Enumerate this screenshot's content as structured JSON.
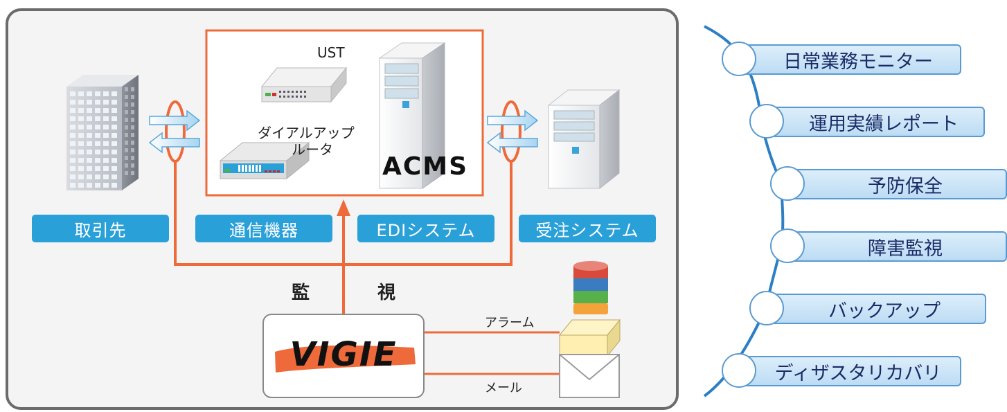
{
  "diagram": {
    "components": {
      "ust": "UST",
      "dialup_router_line1": "ダイアルアップ",
      "dialup_router_line2": "ルータ",
      "acms_logo": "ACMS",
      "vigie_logo": "VIGIE"
    },
    "labels": [
      "取引先",
      "通信機器",
      "EDIシステム",
      "受注システム"
    ],
    "monitor": {
      "char1": "監",
      "char2": "視"
    },
    "outputs": {
      "alarm": "アラーム",
      "mail": "メール"
    }
  },
  "functions": [
    "日常業務モニター",
    "運用実績レポート",
    "予防保全",
    "障害監視",
    "バックアップ",
    "ディザスタリカバリ"
  ],
  "colors": {
    "accent_orange": "#ee6a3a",
    "label_blue": "#2aa0d8",
    "function_border": "#5a9ad0",
    "function_text": "#1a2a66",
    "frame_gray": "#6b6b6b"
  },
  "icons": [
    "building-icon",
    "server-icon",
    "hub-icon",
    "router-icon",
    "arrow-icon",
    "signal-tower-icon",
    "envelope-icon"
  ]
}
